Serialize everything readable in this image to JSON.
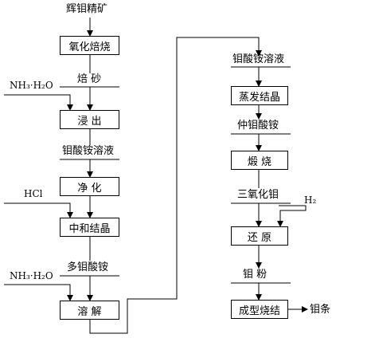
{
  "left_column": {
    "raw": "辉钼精矿",
    "step_roast": "氧化焙烧",
    "calcine": "焙  砂",
    "step_leach": "浸  出",
    "ammonium_molybdate_solution": "钼酸铵溶液",
    "step_purify": "净  化",
    "step_neutralize": "中和结晶",
    "polymolybdate": "多钼酸铵",
    "step_dissolve": "溶  解"
  },
  "right_column": {
    "ammonium_molybdate_solution": "钼酸铵溶液",
    "step_evaporate": "蒸发结晶",
    "paramolybdate": "仲钼酸铵",
    "step_calcine": "煅  烧",
    "molybdenum_trioxide": "三氧化钼",
    "step_reduce": "还  原",
    "molybdenum_powder": "钼  粉",
    "step_form_sinter": "成型烧结",
    "product": "钼条"
  },
  "reagents": {
    "ammonia_water_1": "NH₃·H₂O",
    "hydrochloric_acid": "HCl",
    "ammonia_water_2": "NH₃·H₂O",
    "hydrogen": "H₂"
  }
}
